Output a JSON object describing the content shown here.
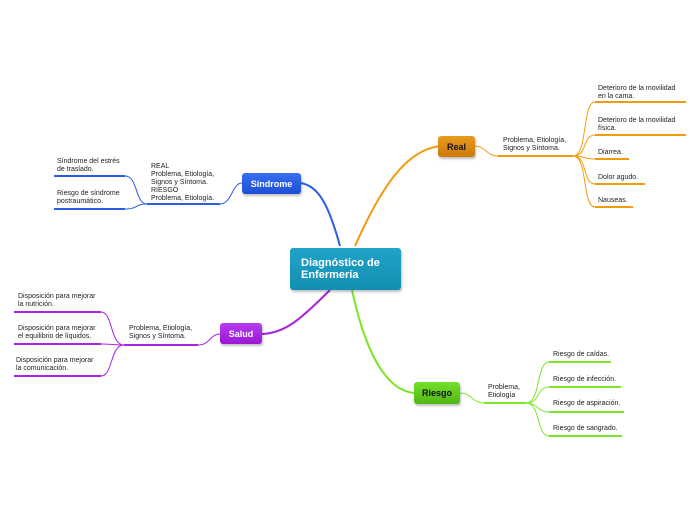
{
  "central": {
    "label": "Diagnóstico de\nEnfermería"
  },
  "colors": {
    "blue": "#2a5de0",
    "orange": "#f29b0e",
    "green": "#7fe52a",
    "purple": "#a824e0"
  },
  "branches": {
    "sindrome": {
      "label": "Síndrome",
      "sub": "REAL\nProblema, Etiología,\nSignos y Síntoma.\nRIESGO\nProblema, Etiología.",
      "leaves": [
        "Síndrome del estrés\nde traslado.",
        "Riesgo de síndrome\npostraumático."
      ]
    },
    "salud": {
      "label": "Salud",
      "sub": "Problema, Etiología,\nSignos y Síntoma.",
      "leaves": [
        "Disposición para mejorar\nla nutrición.",
        "Disposición para mejorar\nel equilibrio de líquidos.",
        "Disposición para mejorar\nla comunicación."
      ]
    },
    "real": {
      "label": "Real",
      "sub": "Problema, Etiología,\nSignos y Síntoma.",
      "leaves": [
        "Deterioro de la movilidad\nen la cama.",
        "Deterioro de la movilidad\nfísica.",
        "Diarrea.",
        "Dolor agudo.",
        "Nauseas."
      ]
    },
    "riesgo": {
      "label": "Riesgo",
      "sub": "Problema,\nEtiología",
      "leaves": [
        "Riesgo de caídas.",
        "Riesgo de infección.",
        "Riesgo de aspiración.",
        "Riesgo de sangrado."
      ]
    }
  }
}
